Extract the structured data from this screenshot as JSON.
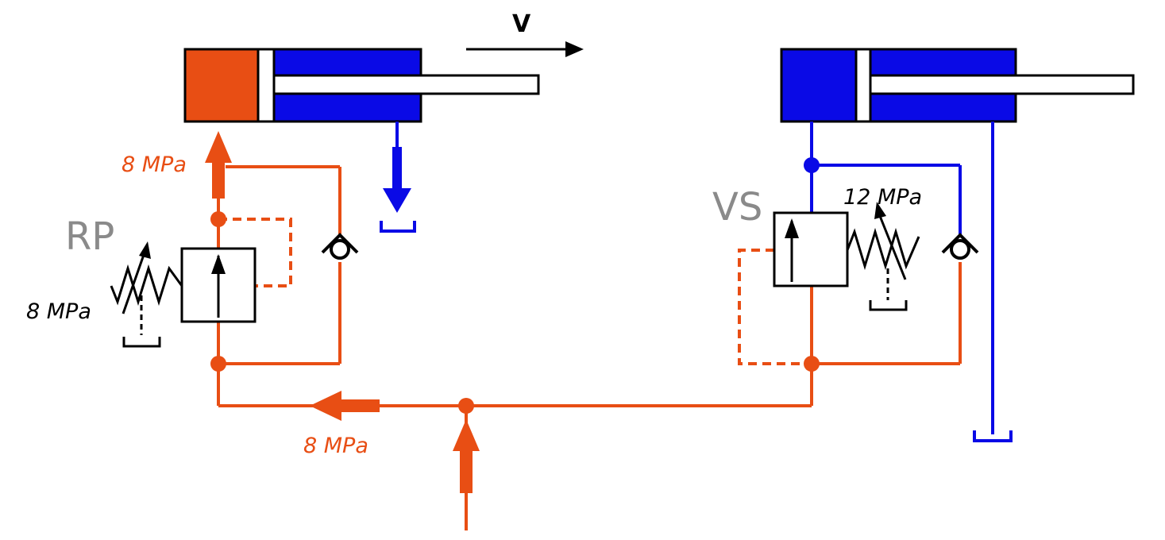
{
  "labels": {
    "velocity": "V",
    "relief_valve": "RP",
    "sequence_valve": "VS",
    "rp_supply_pressure": "8 MPa",
    "rp_setting": "8 MPa",
    "main_line_pressure": "8 MPa",
    "vs_setting": "12 MPa"
  },
  "colors": {
    "pressure_line": "#E84E14",
    "return_line": "#0A0AE6",
    "symbol": "#000000",
    "valve_label": "#8A8A8A"
  }
}
